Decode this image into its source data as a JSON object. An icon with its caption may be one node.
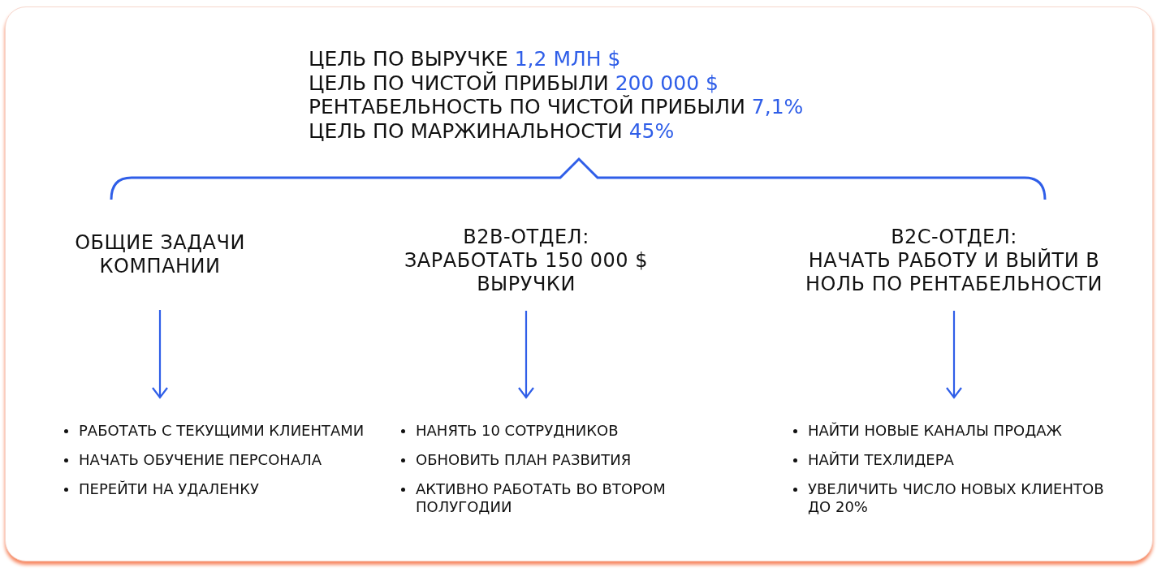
{
  "diagram": {
    "nodes": [
      {
        "text": [
          "ОБЩИЕ ЗАДАЧИ КОМПАНИИ"
        ]
      },
      {
        "text": [
          "B2B-ОТДЕЛ:",
          "ЗАРАБОТАТЬ 150 000 $ ВЫРУЧКИ"
        ]
      },
      {
        "text": [
          "B2C-ОТДЕЛ:",
          "НАЧАТЬ РАБОТУ И ВЫЙТИ В НОЛЬ ПО РЕНТАБЕЛЬНОСТИ"
        ]
      },
      {
        "text": [
          "РАБОТАТЬ С ТЕКУЩИМИ КЛИЕНТАМИ",
          "НАЧАТЬ ОБУЧЕНИЕ ПЕРСОНАЛА",
          "ПЕРЕЙТИ НА УДАЛЕНКУ"
        ]
      },
      {
        "text": [
          "НАНЯТЬ 10 СОТРУДНИКОВ",
          "ОБНОВИТЬ ПЛАН РАЗВИТИЯ",
          "АКТИВНО РАБОТАТЬ ВО ВТОРОМ ПОЛУГОДИИ"
        ]
      },
      {
        "text": [
          "НАЙТИ НОВЫЕ КАНАЛЫ ПРОДАЖ",
          "НАЙТИ ТЕХЛИДЕРА",
          "УВЕЛИЧИТЬ ЧИСЛО НОВЫХ КЛИЕНТОВ ДО 20%"
        ]
      }
    ],
    "edges": [
      {
        "from": 0,
        "to": 3,
        "arrow": "to"
      },
      {
        "from": 1,
        "to": 4,
        "arrow": "to"
      },
      {
        "from": 2,
        "to": 5,
        "arrow": "to"
      }
    ],
    "labels": [
      "ЦЕЛЬ ПО ВЫРУЧКЕ",
      "1,2 МЛН $",
      "ЦЕЛЬ ПО ЧИСТОЙ ПРИБЫЛИ",
      "200 000 $",
      "РЕНТАБЕЛЬНОСТЬ ПО ЧИСТОЙ ПРИБЫЛИ",
      "7,1%",
      "ЦЕЛЬ ПО МАРЖИНАЛЬНОСТИ",
      "45%"
    ]
  }
}
